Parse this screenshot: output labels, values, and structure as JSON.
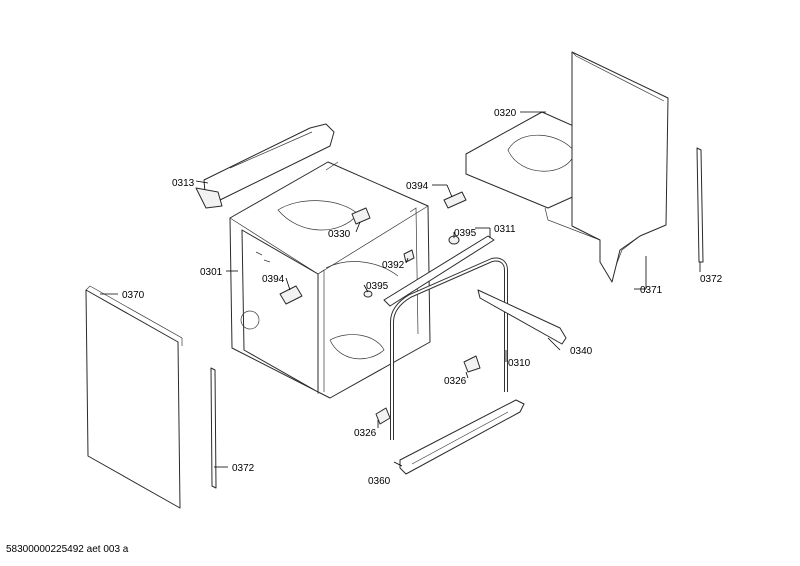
{
  "diagram": {
    "callouts": {
      "c0320": "0320",
      "c0313": "0313",
      "c0394a": "0394",
      "c0330": "0330",
      "c0395a": "0395",
      "c0311": "0311",
      "c0392": "0392",
      "c0301": "0301",
      "c0394b": "0394",
      "c0395b": "0395",
      "c0371": "0371",
      "c0372a": "0372",
      "c0370": "0370",
      "c0340": "0340",
      "c0310": "0310",
      "c0326a": "0326",
      "c0326b": "0326",
      "c0372b": "0372",
      "c0360": "0360"
    },
    "footer": "58300000225492 aet 003 a"
  }
}
